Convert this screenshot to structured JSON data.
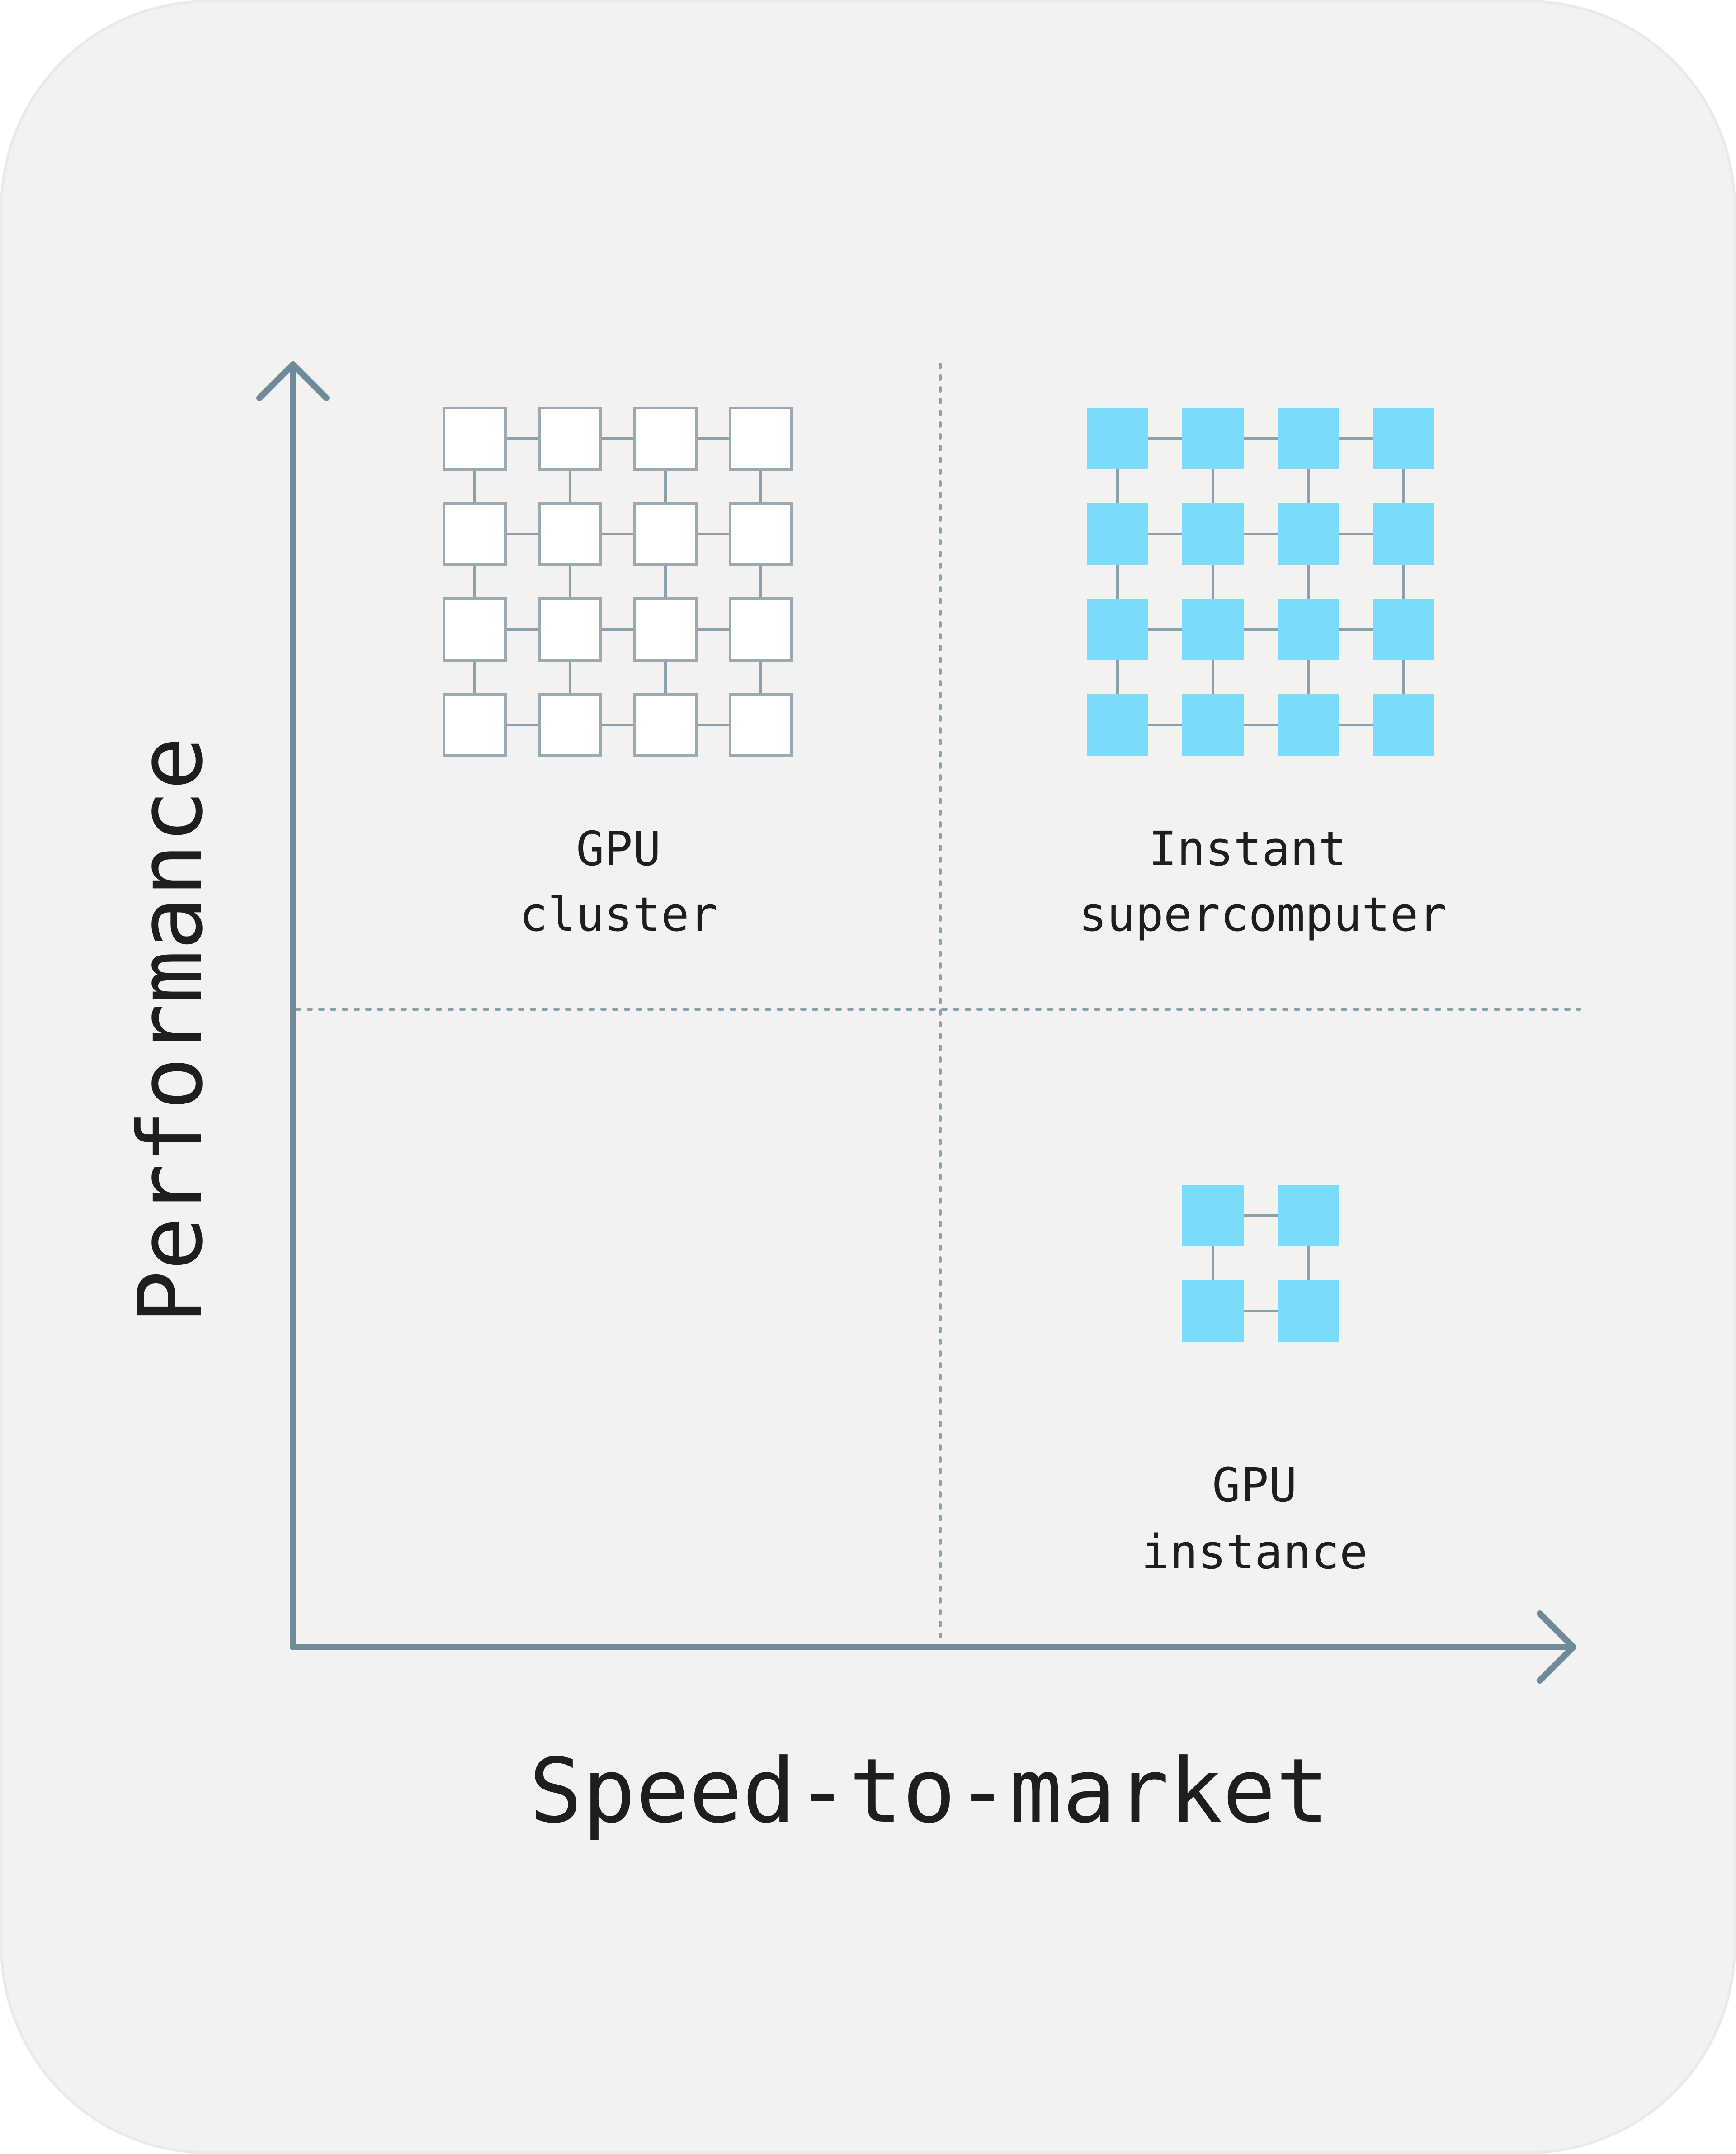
{
  "axes": {
    "y_label": "Performance",
    "x_label": "Speed-to-market"
  },
  "quadrants": {
    "top_left": {
      "line1": "GPU",
      "line2": "cluster",
      "grid": "4x4",
      "style": "outlined"
    },
    "top_right": {
      "line1": "Instant",
      "line2": "supercomputer",
      "grid": "4x4",
      "style": "filled"
    },
    "bottom_right": {
      "line1": "GPU",
      "line2": "instance",
      "grid": "2x2",
      "style": "filled"
    },
    "bottom_left": {
      "line1": "",
      "line2": ""
    }
  },
  "colors": {
    "background": "#f3f2f1",
    "axis": "#6f8a98",
    "node_fill_accent": "#7adcfa",
    "node_outline": "#9aaab3",
    "text": "#1e1e1e"
  },
  "icons": {
    "y_arrow": "arrow-up-icon",
    "x_arrow": "arrow-right-icon"
  }
}
